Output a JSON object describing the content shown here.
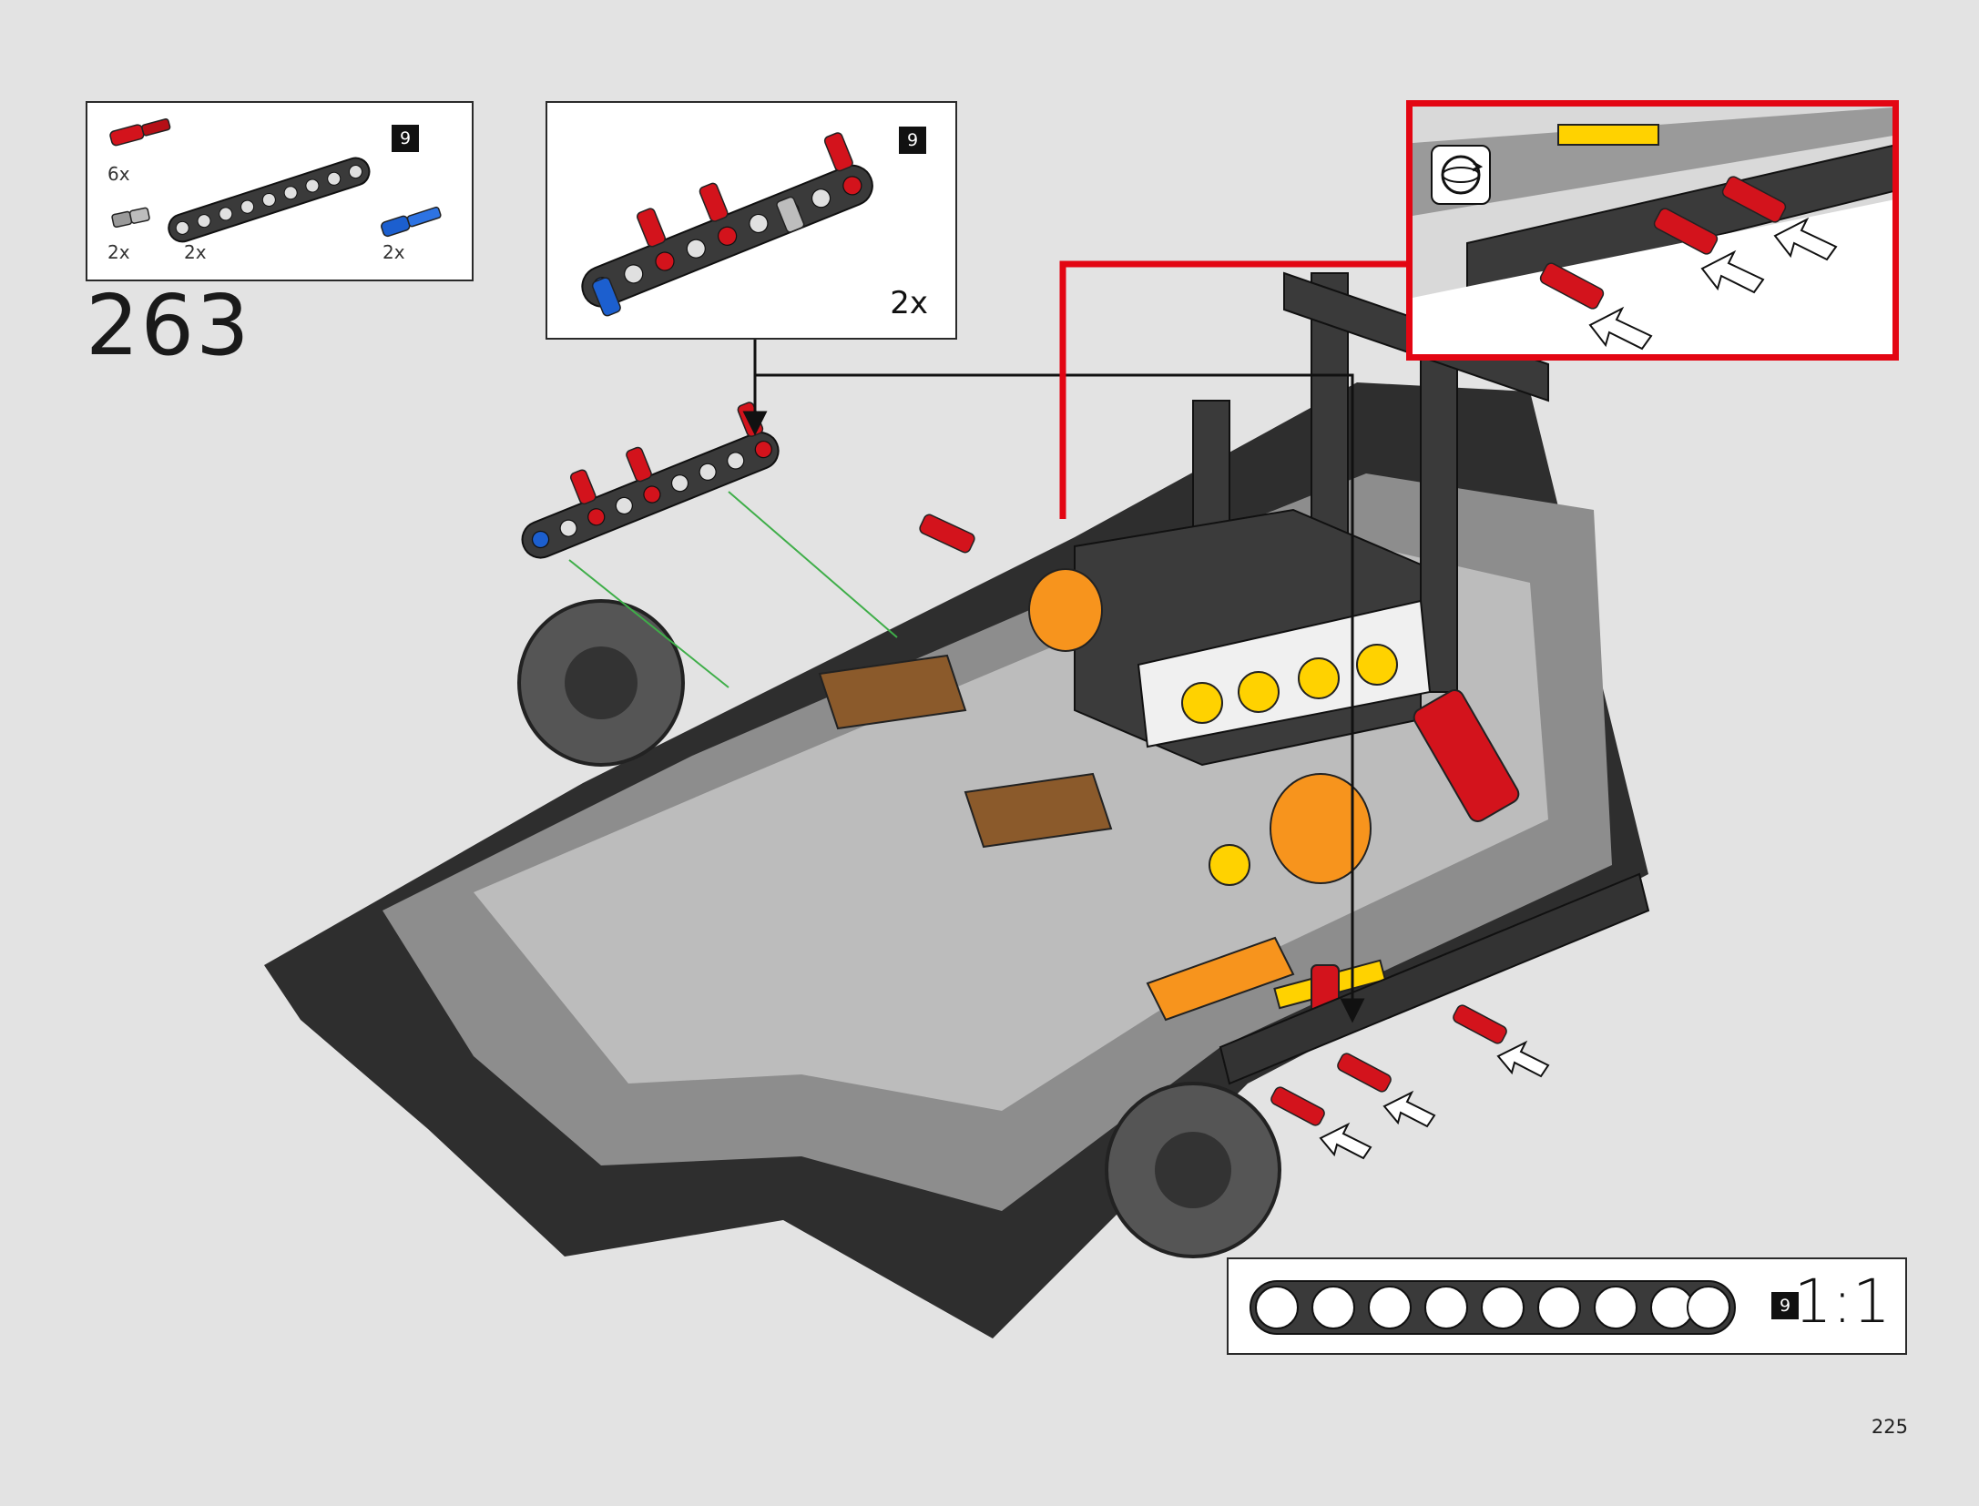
{
  "step": {
    "number": "263"
  },
  "page": {
    "number": "225"
  },
  "parts_list": [
    {
      "name": "red-axle-pin",
      "qty": "6x"
    },
    {
      "name": "grey-bushing",
      "qty": "2x"
    },
    {
      "name": "black-beam-9",
      "qty": "2x",
      "length": "9"
    },
    {
      "name": "blue-axle-pin",
      "qty": "2x"
    }
  ],
  "subassembly": {
    "qty": "2x",
    "beam_length": "9"
  },
  "scale_ruler": {
    "beam_length": "9",
    "scale": "1:1"
  },
  "colors": {
    "callout_red": "#e30613",
    "part_red": "#d3131c",
    "part_blue": "#1c5fcf",
    "beam_black": "#3a3a3a",
    "orange": "#f7941d",
    "yellow": "#ffd200"
  }
}
